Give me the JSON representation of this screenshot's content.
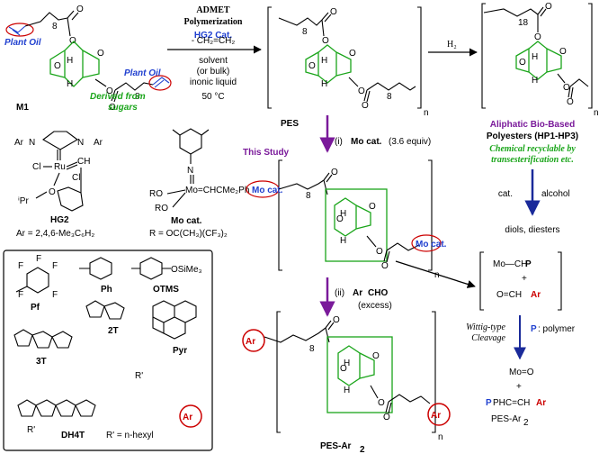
{
  "admet": {
    "line1": "ADMET",
    "line2": "Polymerization",
    "catalyst": "HG2 Cat.",
    "byproduct": "- CH₂=CH₂",
    "cond1": "solvent",
    "cond2": "(or bulk)",
    "cond3": "inonic liquid",
    "temp": "50 °C"
  },
  "h2": "H₂",
  "labels": {
    "plant_oil_1": "Plant Oil",
    "plant_oil_2": "Plant Oil",
    "derived": "Derived from",
    "sugars": "sugars",
    "m1": "M1",
    "pes": "PES",
    "pes_ar2": "PES-Ar",
    "pes_ar2_sub": "2",
    "n": "n",
    "h": "H",
    "o": "O",
    "sub8": "8",
    "sub18": "18"
  },
  "aliphatic": {
    "line1": "Aliphatic Bio-Based",
    "line2": "Polyesters (HP1-HP3)",
    "note1": "Chemical recyclable by",
    "note2": "transesterification etc."
  },
  "this_study": "This Study",
  "step1": {
    "num": "(i)",
    "reagent": "Mo cat.",
    "equiv": "(3.6 equiv)"
  },
  "step2": {
    "num": "(ii)",
    "reagent_ar": "Ar",
    "reagent_rest": "CHO",
    "excess": "(excess)"
  },
  "catalysts": {
    "hg2": "HG2",
    "hg2_formula": "Ar = 2,4,6-Me₃C₆H₂",
    "hg2_ar": "Ar",
    "hg2_n": "N",
    "hg2_cl": "Cl",
    "hg2_ru": "Ru",
    "hg2_ch": "CH",
    "hg2_ipr": "ⁱPr",
    "hg2_o": "O",
    "mo": "Mo cat.",
    "mo_formula": "R = OC(CH₃)(CF₃)₂",
    "mo_n": "N",
    "mo_chain": "Mo=CHCMe₂Ph",
    "mo_ro1": "RO",
    "mo_ro2": "RO"
  },
  "cleavage": {
    "mo_chp": "Mo—CH",
    "p": "P",
    "plus1": "+",
    "ochar": "O=CH",
    "ar": "Ar",
    "wittig1": "Wittig-type",
    "wittig2": "Cleavage",
    "p_label": "P",
    "p_desc": ": polymer",
    "moo": "Mo=O",
    "plus2": "+",
    "phc": "PHC=CH",
    "pes_ar2": "PES-Ar",
    "sub2": "2"
  },
  "recycle": {
    "cat": "cat.",
    "alcohol": "alcohol",
    "products": "diols, diesters"
  },
  "ar_groups": {
    "pf": "Pf",
    "ph": "Ph",
    "otms": "OTMS",
    "otms_sub": "OSiMe₃",
    "twoT": "2T",
    "threeT": "3T",
    "pyr": "Pyr",
    "dh4t": "DH4T",
    "r_def": "R' = n-hexyl",
    "r": "R'",
    "f": "F",
    "ar": "Ar"
  }
}
